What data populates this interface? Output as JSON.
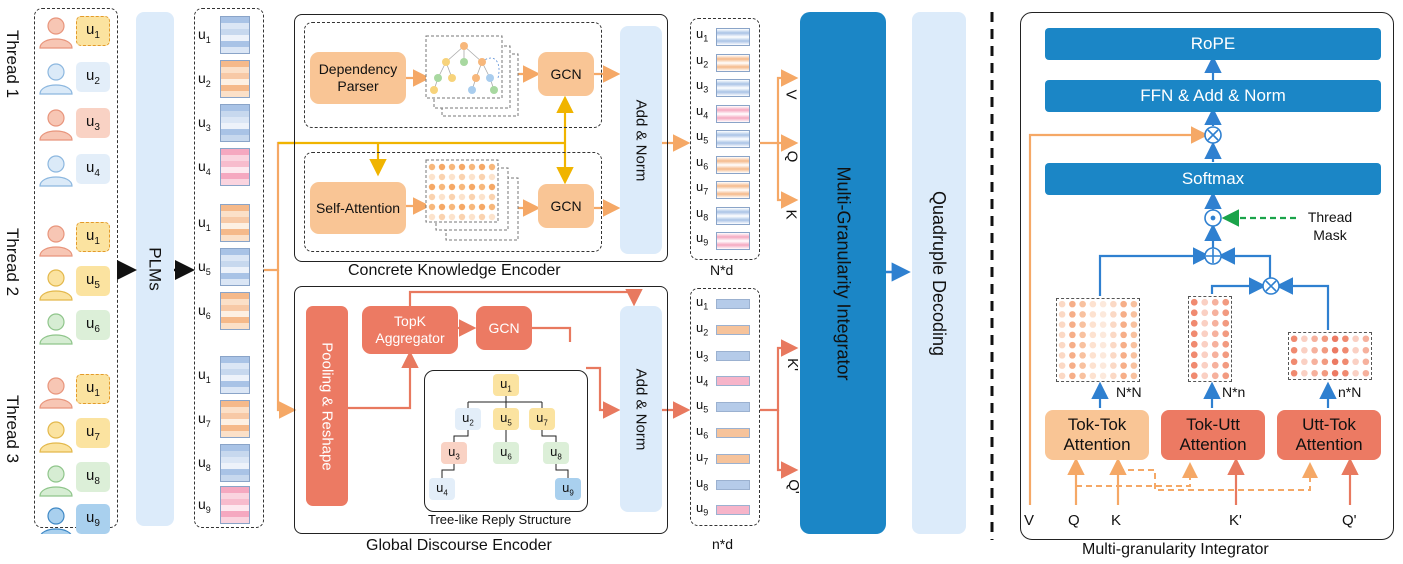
{
  "threads": [
    "Thread 1",
    "Thread 2",
    "Thread 3"
  ],
  "utterances": {
    "thread1": [
      "u1",
      "u2",
      "u3",
      "u4"
    ],
    "thread2": [
      "u1",
      "u5",
      "u6"
    ],
    "thread3": [
      "u1",
      "u7",
      "u8",
      "u9"
    ]
  },
  "plms_label": "PLMs",
  "emb_labels": {
    "group1": [
      "u1",
      "u2",
      "u3",
      "u4"
    ],
    "group2": [
      "u1",
      "u5",
      "u6"
    ],
    "group3": [
      "u1",
      "u7",
      "u8",
      "u9"
    ]
  },
  "concrete_encoder": {
    "dependency_parser": "Dependency Parser",
    "self_attention": "Self-Attention",
    "gcn": "GCN",
    "add_norm": "Add & Norm",
    "caption": "Concrete Knowledge Encoder"
  },
  "global_encoder": {
    "pooling": "Pooling & Reshape",
    "topk": "TopK Aggregator",
    "gcn": "GCN",
    "add_norm": "Add & Norm",
    "tree_caption": "Tree-like Reply Structure",
    "caption": "Global Discourse Encoder"
  },
  "tree_nodes": [
    "u1",
    "u2",
    "u5",
    "u7",
    "u3",
    "u6",
    "u8",
    "u4",
    "u9"
  ],
  "nd_labels": [
    "u1",
    "u2",
    "u3",
    "u4",
    "u5",
    "u6",
    "u7",
    "u8",
    "u9"
  ],
  "nd_dim": "N*d",
  "small_nd_dim": "n*d",
  "vqk": {
    "v": "V",
    "q": "Q",
    "k": "K",
    "k2": "K'",
    "q2": "Q'"
  },
  "integrator_label": "Multi-Granularity Integrator",
  "decoding_label": "Quadruple Decoding",
  "right_panel": {
    "rope": "RoPE",
    "ffn": "FFN & Add & Norm",
    "softmax": "Softmax",
    "thread_mask": "Thread Mask",
    "tok_tok": "Tok-Tok Attention",
    "tok_utt": "Tok-Utt Attention",
    "utt_tok": "Utt-Tok Attention",
    "nn": "N*N",
    "nn_small": "N*n",
    "nN": "n*N",
    "inputs": [
      "V",
      "Q",
      "K",
      "K'",
      "Q'"
    ],
    "caption": "Multi-granularity Integrator"
  },
  "colors": {
    "blue": "#1b86c6",
    "light_blue": "#dcebfa",
    "orange": "#f7b77b",
    "salmon": "#ec7a63",
    "yellow": "#f5c518"
  }
}
